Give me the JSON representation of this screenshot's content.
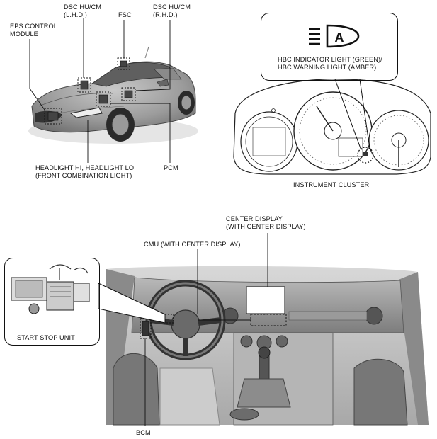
{
  "labels": {
    "dsc_lhd_1": "DSC HU/CM",
    "dsc_lhd_2": "(L.H.D.)",
    "fsc": "FSC",
    "dsc_rhd_1": "DSC HU/CM",
    "dsc_rhd_2": "(R.H.D.)",
    "eps_1": "EPS CONTROL",
    "eps_2": "MODULE",
    "headlight_1": "HEADLIGHT HI, HEADLIGHT LO",
    "headlight_2": "(FRONT COMBINATION LIGHT)",
    "pcm": "PCM",
    "hbc_1": "HBC INDICATOR LIGHT (GREEN)/",
    "hbc_2": "HBC WARNING LIGHT (AMBER)",
    "cluster": "INSTRUMENT CLUSTER",
    "center_display_1": "CENTER DISPLAY",
    "center_display_2": "(WITH CENTER DISPLAY)",
    "cmu": "CMU (WITH CENTER DISPLAY)",
    "start_stop": "START STOP UNIT",
    "bcm": "BCM"
  },
  "icons": {
    "hbc_symbol": "auto-high-beam-icon"
  }
}
